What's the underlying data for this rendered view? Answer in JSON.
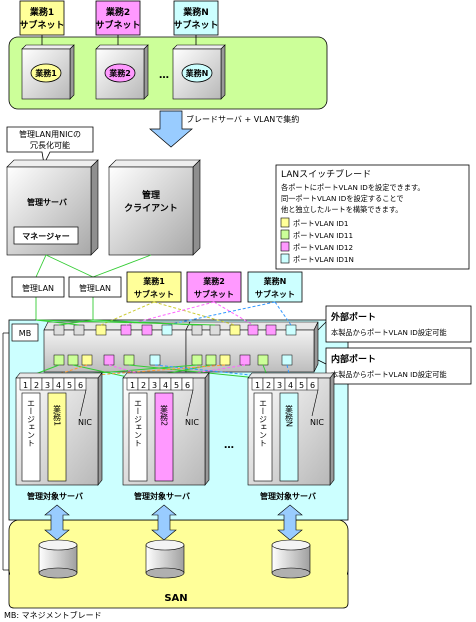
{
  "top_group": {
    "subnets": [
      {
        "line1": "業務1",
        "line2": "サブネット",
        "color": "#ffff99"
      },
      {
        "line1": "業務2",
        "line2": "サブネット",
        "color": "#ff99ff"
      },
      {
        "line1": "業務N",
        "line2": "サブネット",
        "color": "#ccffff"
      }
    ],
    "servers": [
      "業務1",
      "業務2",
      "業務N"
    ],
    "ellipsis": "…"
  },
  "consolidation_label": "ブレードサーバ + VLANで集約",
  "callout": {
    "line1": "管理LAN用NICの",
    "line2": "冗長化可能"
  },
  "mgmt_server": {
    "title": "管理サーバ",
    "manager": "マネージャー"
  },
  "mgmt_client": {
    "line1": "管理",
    "line2": "クライアント"
  },
  "lan": [
    "管理LAN",
    "管理LAN"
  ],
  "lower_subnets": [
    {
      "line1": "業務1",
      "line2": "サブネット",
      "color": "#ffff99"
    },
    {
      "line1": "業務2",
      "line2": "サブネット",
      "color": "#ff99ff"
    },
    {
      "line1": "業務N",
      "line2": "サブネット",
      "color": "#ccffff"
    }
  ],
  "legend": {
    "title": "LANスイッチブレード",
    "desc": [
      "各ポートにポートVLAN IDを設定できます。",
      "同一ポートVLAN IDを設定することで",
      "他と独立したルートを構築できます。"
    ],
    "items": [
      {
        "label": "ポートVLAN ID1",
        "color": "#ffff99"
      },
      {
        "label": "ポートVLAN ID11",
        "color": "#ccff99"
      },
      {
        "label": "ポートVLAN ID12",
        "color": "#ff99ff"
      },
      {
        "label": "ポートVLAN ID1N",
        "color": "#ccffff"
      }
    ]
  },
  "external_port": {
    "title": "外部ポート",
    "desc": "本製品からポートVLAN ID設定可能"
  },
  "internal_port": {
    "title": "内部ポート",
    "desc": "本製品からポートVLAN ID設定可能"
  },
  "mb": "MB",
  "blades": [
    {
      "ports": [
        "1",
        "2",
        "3",
        "4",
        "5",
        "6"
      ],
      "agent": "エージェント",
      "app": "業務1",
      "app_color": "#ffff99",
      "nic": "NIC",
      "label": "管理対象サーバ"
    },
    {
      "ports": [
        "1",
        "2",
        "3",
        "4",
        "5",
        "6"
      ],
      "agent": "エージェント",
      "app": "業務2",
      "app_color": "#ff99ff",
      "nic": "NIC",
      "label": "管理対象サーバ"
    },
    {
      "ports": [
        "1",
        "2",
        "3",
        "4",
        "5",
        "6"
      ],
      "agent": "エージェント",
      "app": "業務N",
      "app_color": "#ccffff",
      "nic": "NIC",
      "label": "管理対象サーバ"
    }
  ],
  "blade_ellipsis": "…",
  "san": "SAN",
  "footnote": "MB: マネジメントブレード",
  "colors": {
    "group_bg": "#ccff99",
    "chassis_bg": "#ccffff",
    "san_bg": "#ffff99",
    "arrow": "#99ccff",
    "yellow": "#ffff99",
    "pink": "#ff99ff",
    "cyan": "#ccffff",
    "green_line": "#33cc33",
    "orange_line": "#ff9933"
  }
}
